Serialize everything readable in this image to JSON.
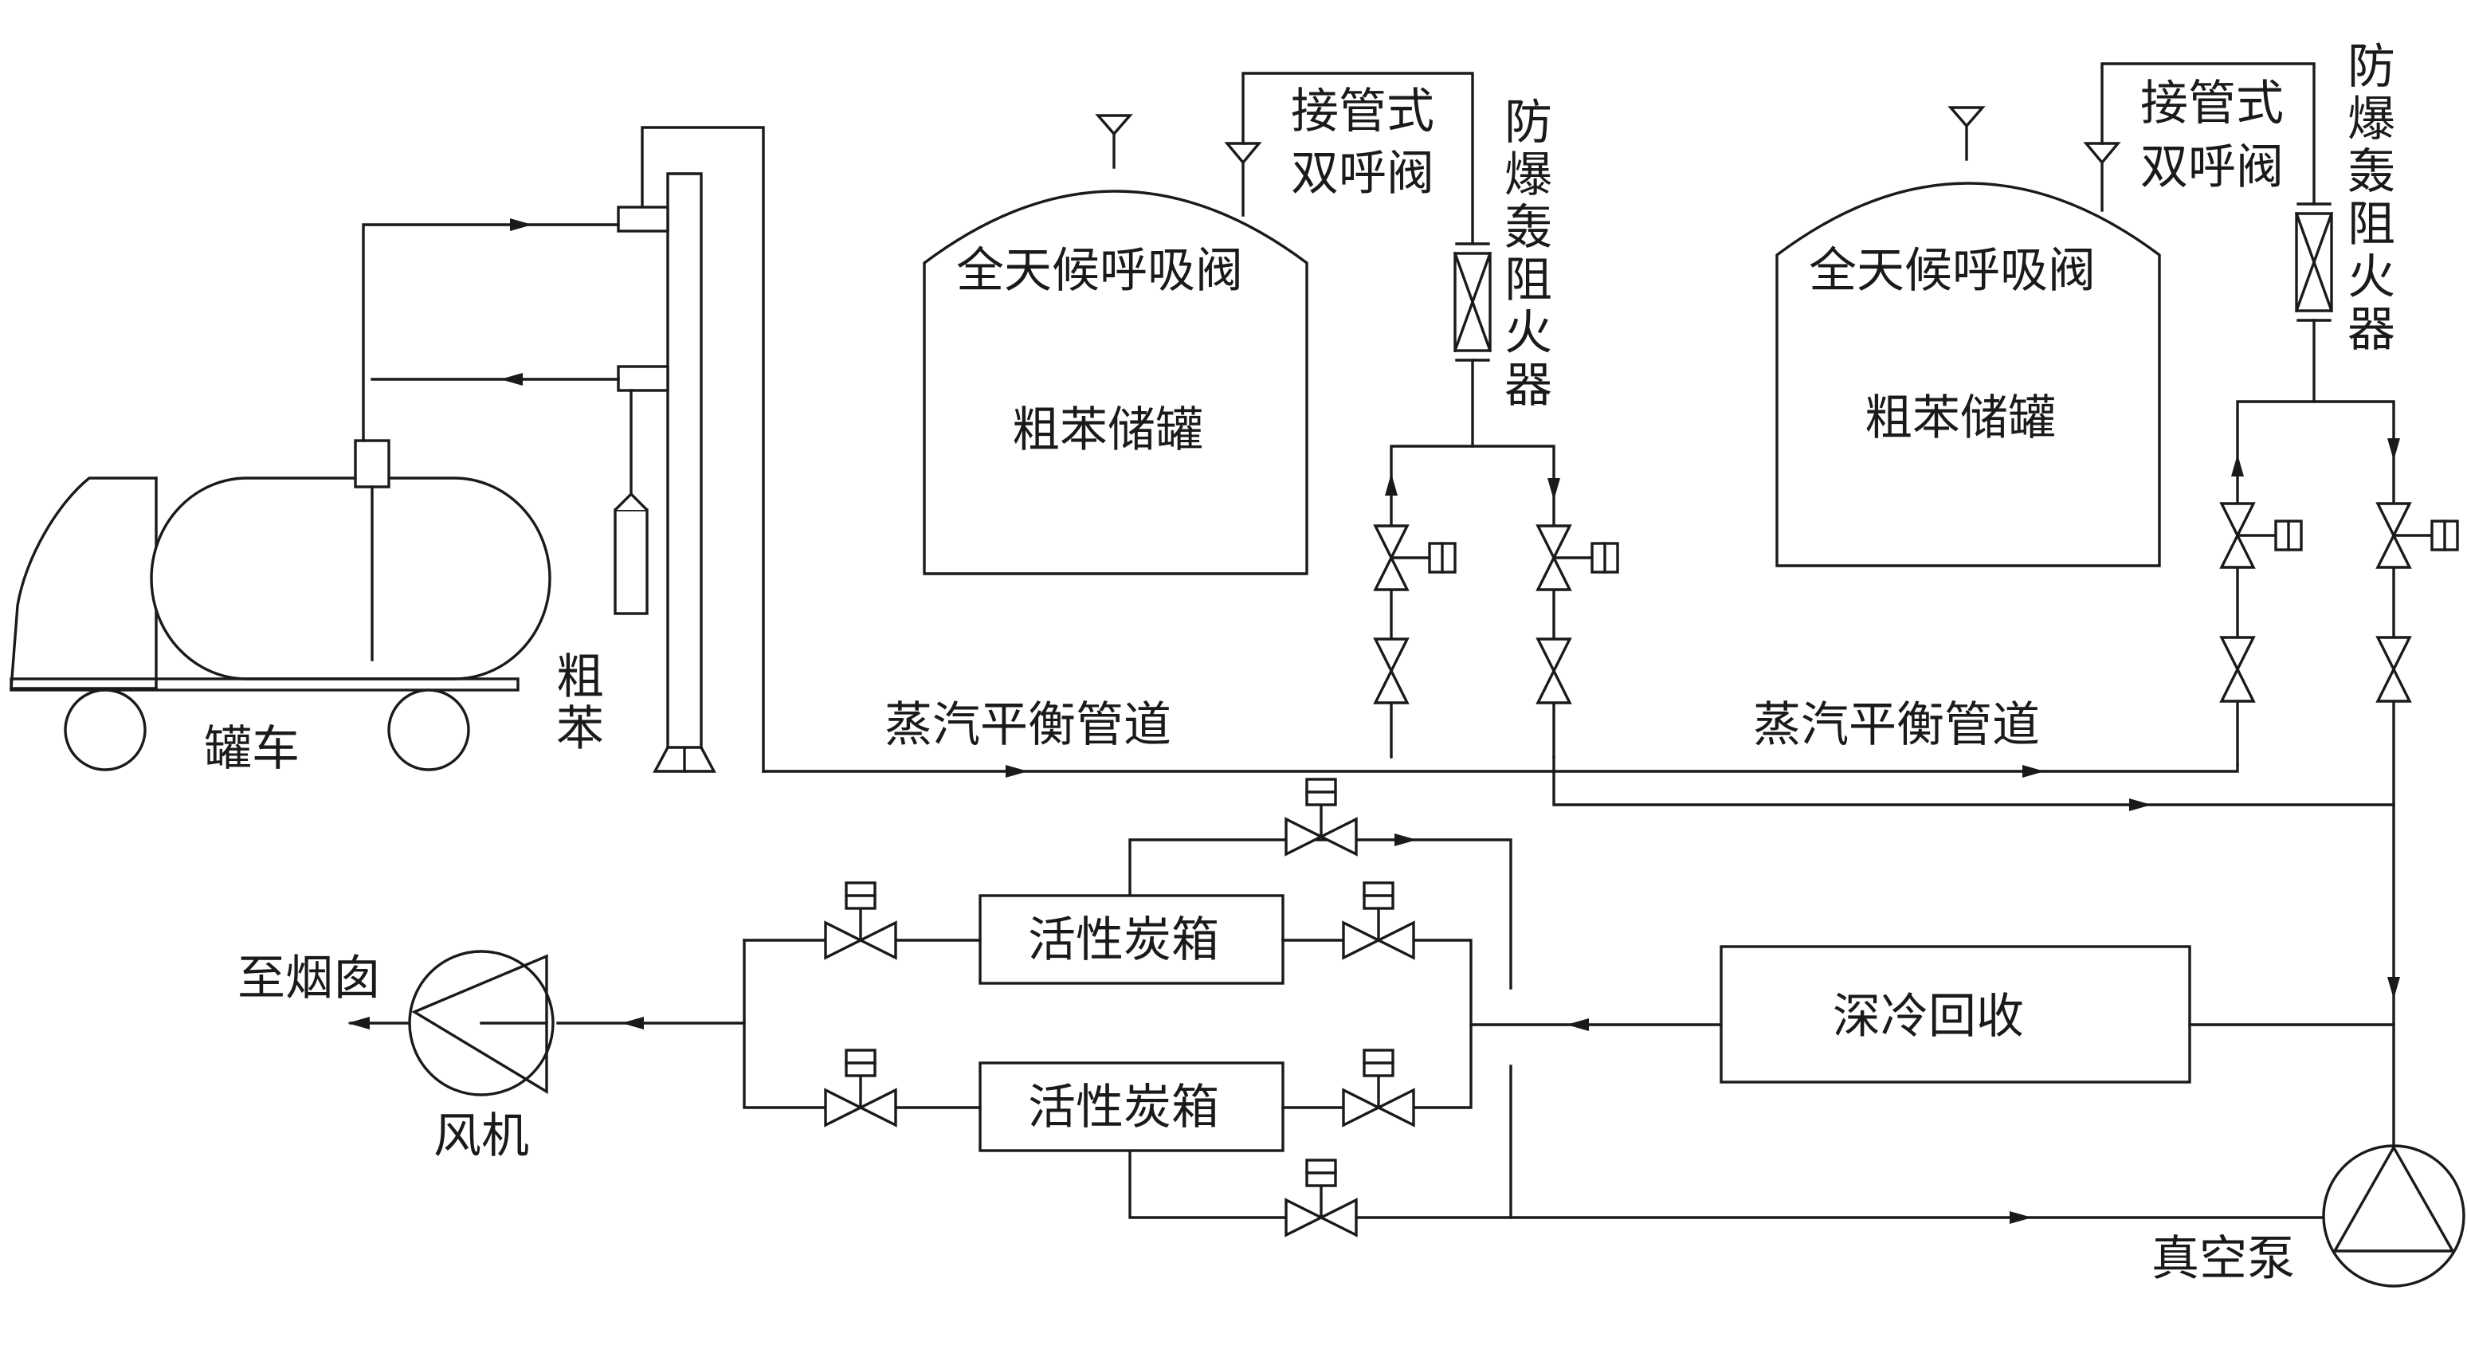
{
  "labels": {
    "tanker": "罐车",
    "crude_benzene_vertical": [
      "粗",
      "苯"
    ],
    "tank1": {
      "valve": "全天候呼吸阀",
      "name": "粗苯储罐"
    },
    "tank2": {
      "valve": "全天候呼吸阀",
      "name": "粗苯储罐"
    },
    "breather_valve": [
      "接管式",
      "双呼阀"
    ],
    "flame_arrester": [
      "防",
      "爆",
      "轰",
      "阻",
      "火",
      "器"
    ],
    "vapor_pipe": "蒸汽平衡管道",
    "carbon_box": "活性炭箱",
    "cryo_recovery": "深冷回收",
    "vacuum_pump": "真空泵",
    "fan": "风机",
    "to_chimney": "至烟囱"
  }
}
